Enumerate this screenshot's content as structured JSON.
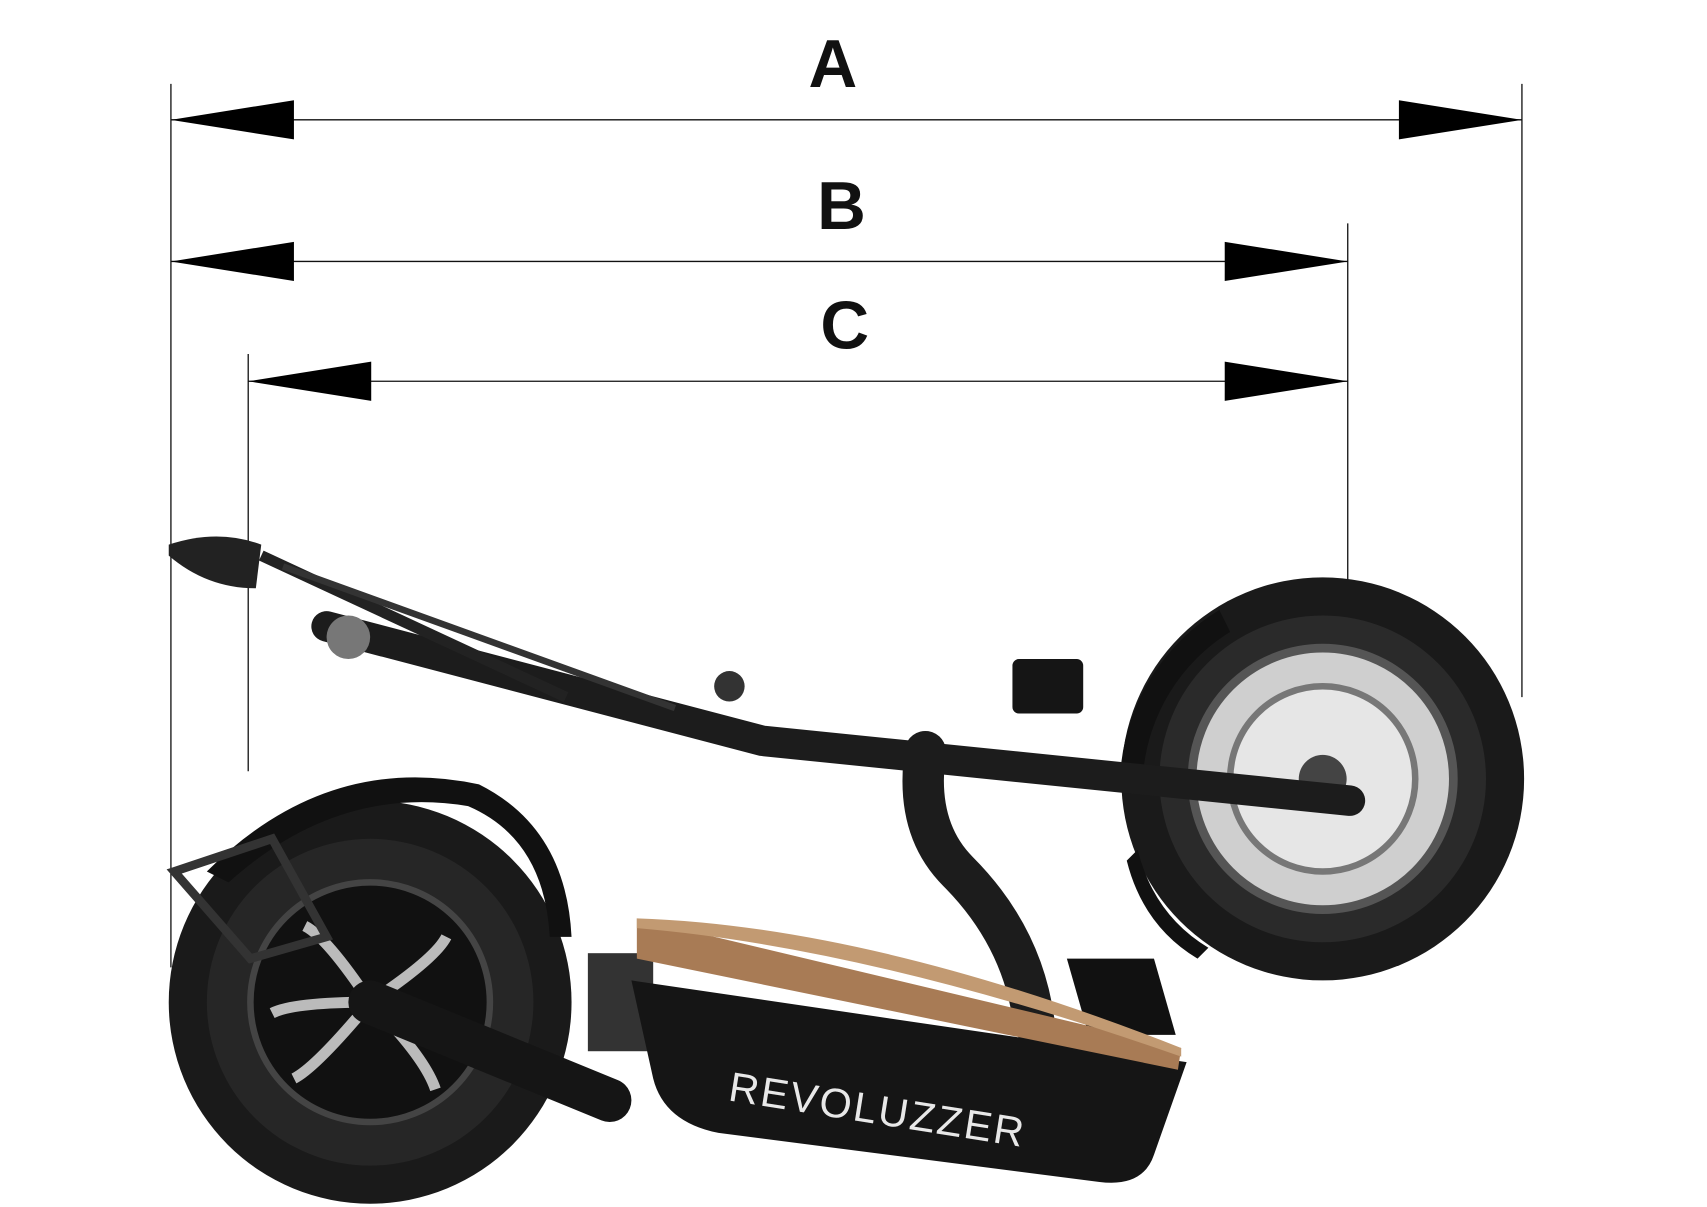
{
  "dimensions": {
    "a": {
      "label": "A"
    },
    "b": {
      "label": "B"
    },
    "c": {
      "label": "C"
    }
  },
  "product": {
    "brand_logo": "REVOLUZZER"
  },
  "colors": {
    "lines": "#111111",
    "deck_wood": "#a87b55",
    "frame": "#1c1c1c"
  }
}
